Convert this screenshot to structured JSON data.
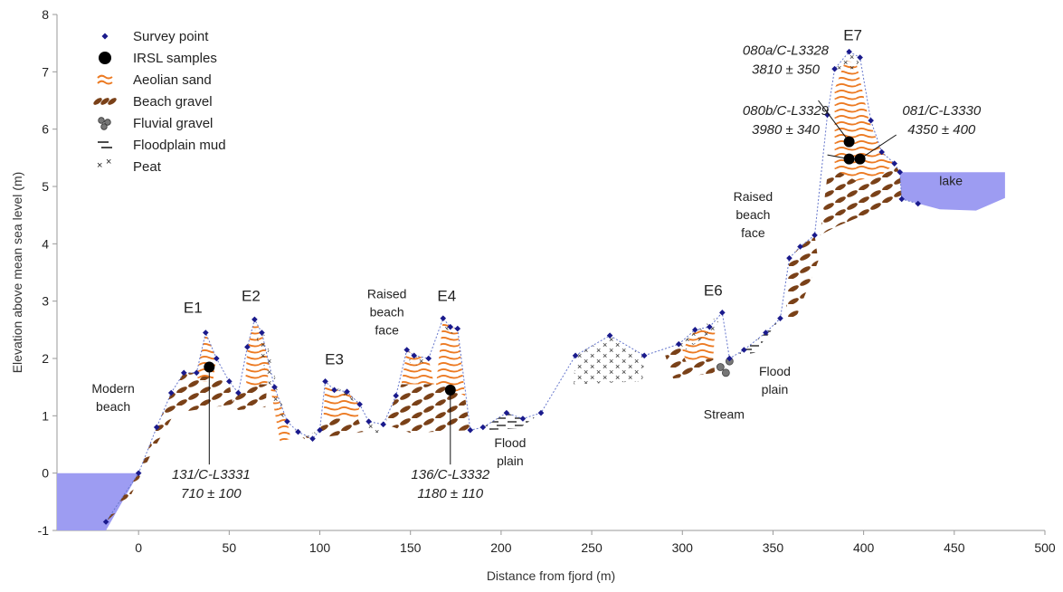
{
  "chart_data": {
    "type": "diagram",
    "xlabel": "Distance from fjord (m)",
    "ylabel": "Elevation above mean sea level (m)",
    "xlim": [
      -45,
      500
    ],
    "ylim": [
      -1,
      8
    ],
    "x_ticks": [
      0,
      50,
      100,
      150,
      200,
      250,
      300,
      350,
      400,
      450,
      500
    ],
    "y_ticks": [
      -1,
      0,
      1,
      2,
      3,
      4,
      5,
      6,
      7,
      8
    ],
    "legend": {
      "placement": "top-left",
      "items": [
        {
          "label": "Survey point",
          "symbol": "survey-point-icon"
        },
        {
          "label": "IRSL samples",
          "symbol": "irsl-sample-icon"
        },
        {
          "label": "Aeolian sand",
          "symbol": "aeolian-sand-icon"
        },
        {
          "label": "Beach gravel",
          "symbol": "beach-gravel-icon"
        },
        {
          "label": "Fluvial gravel",
          "symbol": "fluvial-gravel-icon"
        },
        {
          "label": "Floodplain mud",
          "symbol": "floodplain-mud-icon"
        },
        {
          "label": "Peat",
          "symbol": "peat-icon"
        }
      ]
    },
    "colors": {
      "water": "#9d9cf2",
      "survey_point": "#1a1a8c",
      "aeolian_sand": "#ec7a22",
      "beach_gravel": "#7a4118",
      "fluvial_gravel": "#777777",
      "profile_line": "#6677cc"
    },
    "survey_profile": [
      [
        -18,
        -0.85
      ],
      [
        0,
        0
      ],
      [
        10,
        0.8
      ],
      [
        18,
        1.4
      ],
      [
        25,
        1.75
      ],
      [
        32,
        1.75
      ],
      [
        37,
        2.45
      ],
      [
        43,
        2.0
      ],
      [
        50,
        1.6
      ],
      [
        55,
        1.4
      ],
      [
        60,
        2.2
      ],
      [
        64,
        2.68
      ],
      [
        68,
        2.45
      ],
      [
        75,
        1.5
      ],
      [
        82,
        0.9
      ],
      [
        88,
        0.72
      ],
      [
        96,
        0.6
      ],
      [
        100,
        0.75
      ],
      [
        103,
        1.6
      ],
      [
        108,
        1.45
      ],
      [
        115,
        1.42
      ],
      [
        122,
        1.2
      ],
      [
        127,
        0.9
      ],
      [
        135,
        0.85
      ],
      [
        142,
        1.35
      ],
      [
        148,
        2.15
      ],
      [
        152,
        2.05
      ],
      [
        160,
        2.0
      ],
      [
        168,
        2.7
      ],
      [
        172,
        2.55
      ],
      [
        176,
        2.52
      ],
      [
        183,
        0.75
      ],
      [
        190,
        0.8
      ],
      [
        203,
        1.05
      ],
      [
        212,
        0.95
      ],
      [
        222,
        1.05
      ],
      [
        241,
        2.05
      ],
      [
        260,
        2.4
      ],
      [
        279,
        2.05
      ],
      [
        298,
        2.25
      ],
      [
        307,
        2.5
      ],
      [
        315,
        2.55
      ],
      [
        322,
        2.8
      ],
      [
        326,
        2.0
      ],
      [
        334,
        2.15
      ],
      [
        346,
        2.45
      ],
      [
        354,
        2.7
      ],
      [
        359,
        3.75
      ],
      [
        365,
        3.95
      ],
      [
        373,
        4.15
      ],
      [
        380,
        6.25
      ],
      [
        384,
        7.05
      ],
      [
        392,
        7.35
      ],
      [
        398,
        7.25
      ],
      [
        404,
        6.15
      ],
      [
        410,
        5.6
      ],
      [
        417,
        5.4
      ],
      [
        420,
        5.25
      ],
      [
        421,
        4.78
      ],
      [
        430,
        4.7
      ]
    ],
    "water_bodies": [
      {
        "name": "fjord",
        "label": "",
        "points": [
          [
            -45,
            0
          ],
          [
            0,
            0
          ],
          [
            -18,
            -1
          ],
          [
            -45,
            -1
          ]
        ]
      },
      {
        "name": "lake",
        "label": "lake",
        "points": [
          [
            420,
            5.25
          ],
          [
            478,
            5.25
          ],
          [
            478,
            4.8
          ],
          [
            462,
            4.58
          ],
          [
            442,
            4.6
          ],
          [
            421,
            4.78
          ]
        ]
      }
    ],
    "ridge_labels": [
      {
        "label": "E1",
        "x": 30,
        "y": 2.8
      },
      {
        "label": "E2",
        "x": 62,
        "y": 3.0
      },
      {
        "label": "E3",
        "x": 108,
        "y": 1.9
      },
      {
        "label": "E4",
        "x": 170,
        "y": 3.0
      },
      {
        "label": "E6",
        "x": 317,
        "y": 3.1
      },
      {
        "label": "E7",
        "x": 394,
        "y": 7.55
      }
    ],
    "annotations": [
      {
        "lines": [
          "Modern",
          "beach"
        ],
        "x": -14,
        "y": 1.4,
        "anchor": "middle"
      },
      {
        "lines": [
          "Raised",
          "beach",
          "face"
        ],
        "x": 137,
        "y": 3.05,
        "anchor": "middle"
      },
      {
        "lines": [
          "Flood",
          "plain"
        ],
        "x": 205,
        "y": 0.45,
        "anchor": "middle"
      },
      {
        "lines": [
          "Stream"
        ],
        "x": 323,
        "y": 0.95,
        "anchor": "middle"
      },
      {
        "lines": [
          "Flood",
          "plain"
        ],
        "x": 351,
        "y": 1.7,
        "anchor": "middle"
      },
      {
        "lines": [
          "Raised",
          "beach",
          "face"
        ],
        "x": 339,
        "y": 4.75,
        "anchor": "middle"
      }
    ],
    "irsl_samples": [
      {
        "id": "131/C-L3331",
        "age": "710 ± 100",
        "x": 39,
        "y": 1.85,
        "label_x": 40,
        "label_y": -0.1,
        "leader": [
          [
            39,
            1.85
          ],
          [
            39,
            0.15
          ]
        ]
      },
      {
        "id": "136/C-L3332",
        "age": "1180 ± 110",
        "x": 172,
        "y": 1.45,
        "label_x": 172,
        "label_y": -0.1,
        "leader": [
          [
            172,
            1.45
          ],
          [
            172,
            0.15
          ]
        ]
      },
      {
        "id": "080a/C-L3328",
        "age": "3810 ± 350",
        "x": 392,
        "y": 5.78,
        "label_x": 357,
        "label_y": 7.3,
        "leader": [
          [
            392,
            5.78
          ],
          [
            375,
            6.5
          ]
        ]
      },
      {
        "id": "080b/C-L3329",
        "age": "3980 ± 340",
        "x": 392,
        "y": 5.48,
        "label_x": 357,
        "label_y": 6.25,
        "leader": [
          [
            392,
            5.48
          ],
          [
            380,
            5.55
          ]
        ]
      },
      {
        "id": "081/C-L3330",
        "age": "4350 ± 400",
        "x": 398,
        "y": 5.48,
        "label_x": 443,
        "label_y": 6.25,
        "leader": [
          [
            398,
            5.48
          ],
          [
            418,
            5.9
          ]
        ]
      }
    ],
    "aeolian_sand": [
      [
        [
          32,
          1.75
        ],
        [
          37,
          2.45
        ],
        [
          43,
          2.0
        ],
        [
          41,
          1.6
        ],
        [
          33,
          1.6
        ]
      ],
      [
        [
          59,
          1.65
        ],
        [
          60,
          2.2
        ],
        [
          64,
          2.68
        ],
        [
          68,
          2.45
        ],
        [
          72,
          1.9
        ],
        [
          71,
          1.55
        ],
        [
          60,
          1.5
        ]
      ],
      [
        [
          73,
          1.45
        ],
        [
          75,
          1.5
        ],
        [
          82,
          0.9
        ],
        [
          84,
          0.6
        ],
        [
          78,
          0.55
        ]
      ],
      [
        [
          102,
          0.95
        ],
        [
          103,
          1.6
        ],
        [
          108,
          1.45
        ],
        [
          115,
          1.42
        ],
        [
          122,
          1.2
        ],
        [
          121,
          0.95
        ]
      ],
      [
        [
          145,
          1.55
        ],
        [
          148,
          2.15
        ],
        [
          152,
          2.05
        ],
        [
          160,
          2.0
        ],
        [
          163,
          1.55
        ]
      ],
      [
        [
          164,
          1.5
        ],
        [
          168,
          2.7
        ],
        [
          172,
          2.55
        ],
        [
          176,
          2.52
        ],
        [
          181,
          1.1
        ],
        [
          180,
          1.35
        ],
        [
          170,
          1.5
        ]
      ],
      [
        [
          300,
          2.15
        ],
        [
          307,
          2.5
        ],
        [
          315,
          2.55
        ],
        [
          318,
          2.45
        ],
        [
          317,
          2.0
        ],
        [
          302,
          1.95
        ]
      ],
      [
        [
          384,
          5.3
        ],
        [
          384,
          6.7
        ],
        [
          390,
          7.2
        ],
        [
          396,
          7.15
        ],
        [
          403,
          6.15
        ],
        [
          410,
          5.6
        ],
        [
          417,
          5.4
        ],
        [
          410,
          5.2
        ],
        [
          396,
          5.1
        ]
      ]
    ],
    "beach_gravel": [
      [
        [
          -18,
          -0.85
        ],
        [
          0,
          0
        ],
        [
          10,
          0.8
        ],
        [
          18,
          1.4
        ],
        [
          25,
          1.75
        ],
        [
          32,
          1.75
        ],
        [
          41,
          1.65
        ],
        [
          50,
          1.6
        ],
        [
          52,
          1.2
        ],
        [
          20,
          1.05
        ],
        [
          8,
          0.4
        ],
        [
          -6,
          -0.5
        ]
      ],
      [
        [
          51,
          1.2
        ],
        [
          56,
          1.45
        ],
        [
          60,
          1.55
        ],
        [
          71,
          1.55
        ],
        [
          70,
          1.15
        ],
        [
          55,
          1.1
        ]
      ],
      [
        [
          86,
          0.75
        ],
        [
          96,
          0.6
        ],
        [
          100,
          0.75
        ],
        [
          102,
          0.95
        ],
        [
          121,
          0.95
        ],
        [
          124,
          0.72
        ],
        [
          92,
          0.58
        ]
      ],
      [
        [
          136,
          0.85
        ],
        [
          142,
          1.35
        ],
        [
          145,
          1.55
        ],
        [
          163,
          1.55
        ],
        [
          170,
          1.5
        ],
        [
          180,
          1.35
        ],
        [
          183,
          0.75
        ],
        [
          150,
          0.7
        ]
      ],
      [
        [
          290,
          2.1
        ],
        [
          298,
          2.25
        ],
        [
          302,
          1.95
        ],
        [
          317,
          2.0
        ],
        [
          318,
          1.75
        ],
        [
          295,
          1.65
        ]
      ],
      [
        [
          357,
          2.75
        ],
        [
          359,
          3.75
        ],
        [
          365,
          3.95
        ],
        [
          373,
          4.15
        ],
        [
          375,
          3.7
        ],
        [
          362,
          2.65
        ]
      ],
      [
        [
          376,
          4.15
        ],
        [
          380,
          5.2
        ],
        [
          384,
          5.3
        ],
        [
          396,
          5.1
        ],
        [
          410,
          5.2
        ],
        [
          417,
          5.4
        ],
        [
          420,
          5.25
        ],
        [
          421,
          4.8
        ],
        [
          400,
          4.5
        ],
        [
          385,
          4.3
        ]
      ]
    ],
    "peat": [
      [
        [
          64,
          2.5
        ],
        [
          70,
          2.4
        ],
        [
          78,
          1.3
        ],
        [
          84,
          0.75
        ],
        [
          75,
          1.2
        ],
        [
          68,
          2.0
        ]
      ],
      [
        [
          84,
          0.78
        ],
        [
          96,
          0.6
        ],
        [
          100,
          0.75
        ],
        [
          92,
          0.65
        ]
      ],
      [
        [
          103,
          1.55
        ],
        [
          115,
          1.42
        ],
        [
          122,
          1.2
        ],
        [
          116,
          1.3
        ]
      ],
      [
        [
          126,
          0.9
        ],
        [
          135,
          0.85
        ],
        [
          132,
          0.7
        ],
        [
          126,
          0.72
        ]
      ],
      [
        [
          148,
          2.1
        ],
        [
          160,
          2.0
        ],
        [
          157,
          1.85
        ],
        [
          150,
          1.9
        ]
      ],
      [
        [
          167,
          2.65
        ],
        [
          176,
          2.52
        ],
        [
          172,
          2.4
        ]
      ],
      [
        [
          241,
          2.05
        ],
        [
          260,
          2.4
        ],
        [
          279,
          2.05
        ],
        [
          278,
          1.6
        ],
        [
          240,
          1.55
        ]
      ],
      [
        [
          298,
          2.25
        ],
        [
          322,
          2.8
        ],
        [
          318,
          2.5
        ],
        [
          302,
          2.15
        ]
      ],
      [
        [
          383,
          7.05
        ],
        [
          392,
          7.35
        ],
        [
          398,
          7.25
        ],
        [
          396,
          7.05
        ]
      ]
    ],
    "floodplain_mud": [
      [
        [
          190,
          0.8
        ],
        [
          203,
          1.05
        ],
        [
          212,
          0.95
        ],
        [
          222,
          1.05
        ],
        [
          210,
          0.78
        ],
        [
          192,
          0.75
        ]
      ],
      [
        [
          330,
          2.05
        ],
        [
          346,
          2.45
        ],
        [
          354,
          2.7
        ],
        [
          340,
          2.1
        ]
      ]
    ],
    "fluvial_gravel": [
      [
        321,
        1.85
      ],
      [
        326,
        1.95
      ],
      [
        324,
        1.75
      ]
    ]
  }
}
